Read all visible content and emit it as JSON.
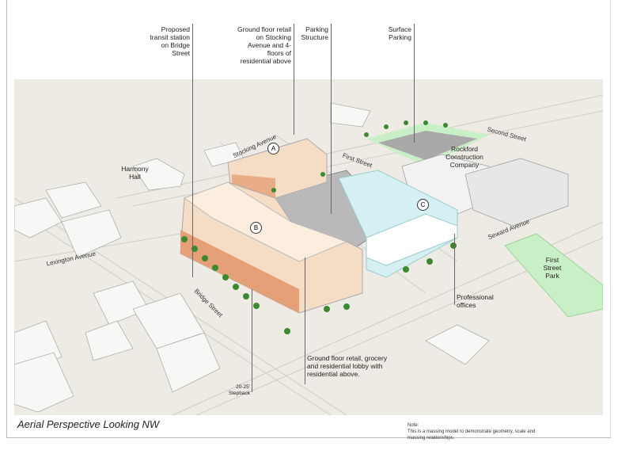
{
  "callouts": {
    "transit": "Proposed transit station on Bridge Street",
    "ground_retail": "Ground floor retail on Stocking Avenue and 4-floors of residential above",
    "parking_structure": "Parking Structure",
    "surface_parking": "Surface Parking",
    "harmony_hall": "Harmony Hall",
    "rockford": "Rockford Construction Company",
    "first_street_park": "First Street Park",
    "professional_offices": "Professional offices",
    "ground_grocery": "Ground floor retail, grocery and residential lobby with residential above.",
    "stepback": "20-25' Stepback"
  },
  "streets": {
    "stocking": "Stocking Avenue",
    "first": "First Street",
    "second": "Second Street",
    "lexington": "Lexington Avenue",
    "bridge": "Bridge Street",
    "seward": "Seward Avenue"
  },
  "markers": {
    "a": "A",
    "b": "B",
    "c": "C"
  },
  "title": "Aerial Perspective Looking NW",
  "note": {
    "heading": "Note:",
    "text": "This is a massing model to demonstrate geometry, scale and massing relationships."
  },
  "colors": {
    "ground": "#edebe3",
    "residential": "#f4ddc4",
    "retail": "#e5a077",
    "office": "#d4f0f2",
    "park": "#c9efc6",
    "tree": "#3a8a30"
  }
}
